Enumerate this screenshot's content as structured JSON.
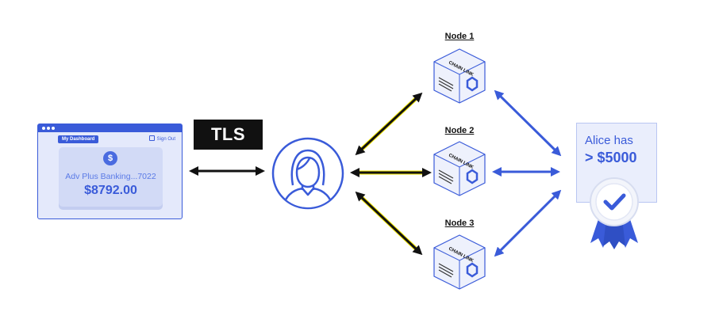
{
  "browser": {
    "tab_label": "My Dashboard",
    "signout_label": "Sign Out",
    "coin_symbol": "$",
    "account_label": "Adv Plus Banking...7022",
    "balance": "$8792.00"
  },
  "tls_label": "TLS",
  "nodes": [
    {
      "label": "Node 1",
      "logo_text": "CHAIN LINK"
    },
    {
      "label": "Node 2",
      "logo_text": "CHAIN LINK"
    },
    {
      "label": "Node 3",
      "logo_text": "CHAIN LINK"
    }
  ],
  "certificate": {
    "line1": "Alice has",
    "line2": "> $5000"
  },
  "colors": {
    "blue": "#3a5bd9",
    "black_arrow": "#111111",
    "arrow_glow": "#f2e600"
  }
}
